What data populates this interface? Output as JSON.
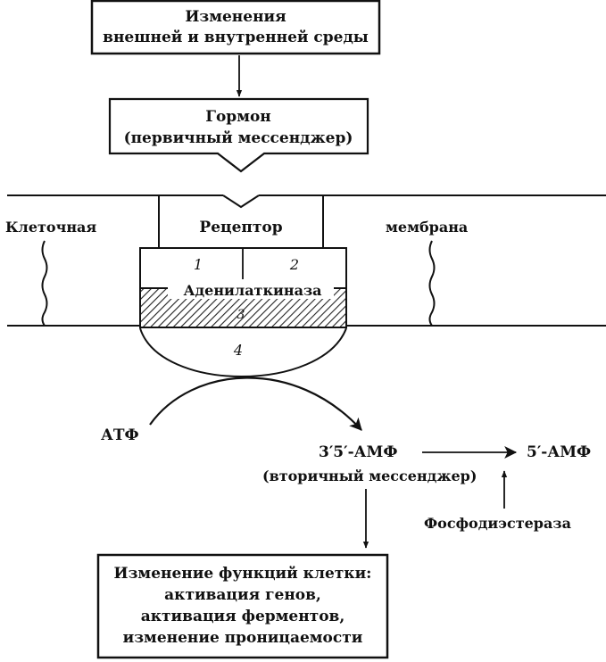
{
  "top_box": {
    "line1": "Изменения",
    "line2": "внешней и внутренней среды"
  },
  "hormone_box": {
    "line1": "Гормон",
    "line2": "(первичный мессенджер)"
  },
  "membrane": {
    "left_label": "Клеточная",
    "right_label": "мембрана"
  },
  "receptor": {
    "label": "Рецептор"
  },
  "complex": {
    "sub1": "1",
    "sub2": "2",
    "enzyme_label": "Аденилаткиназа",
    "sub3": "3",
    "sub4": "4"
  },
  "substrate": {
    "atf": "АТФ"
  },
  "camp": {
    "label": "3′5′-АМФ",
    "sublabel": "(вторичный мессенджер)"
  },
  "amp5": {
    "label": "5′-АМФ"
  },
  "phosphodiesterase": {
    "label": "Фосфодиэстераза"
  },
  "bottom_box": {
    "line1": "Изменение функций клетки:",
    "line2": "активация генов,",
    "line3": "активация ферментов,",
    "line4": "изменение проницаемости"
  }
}
